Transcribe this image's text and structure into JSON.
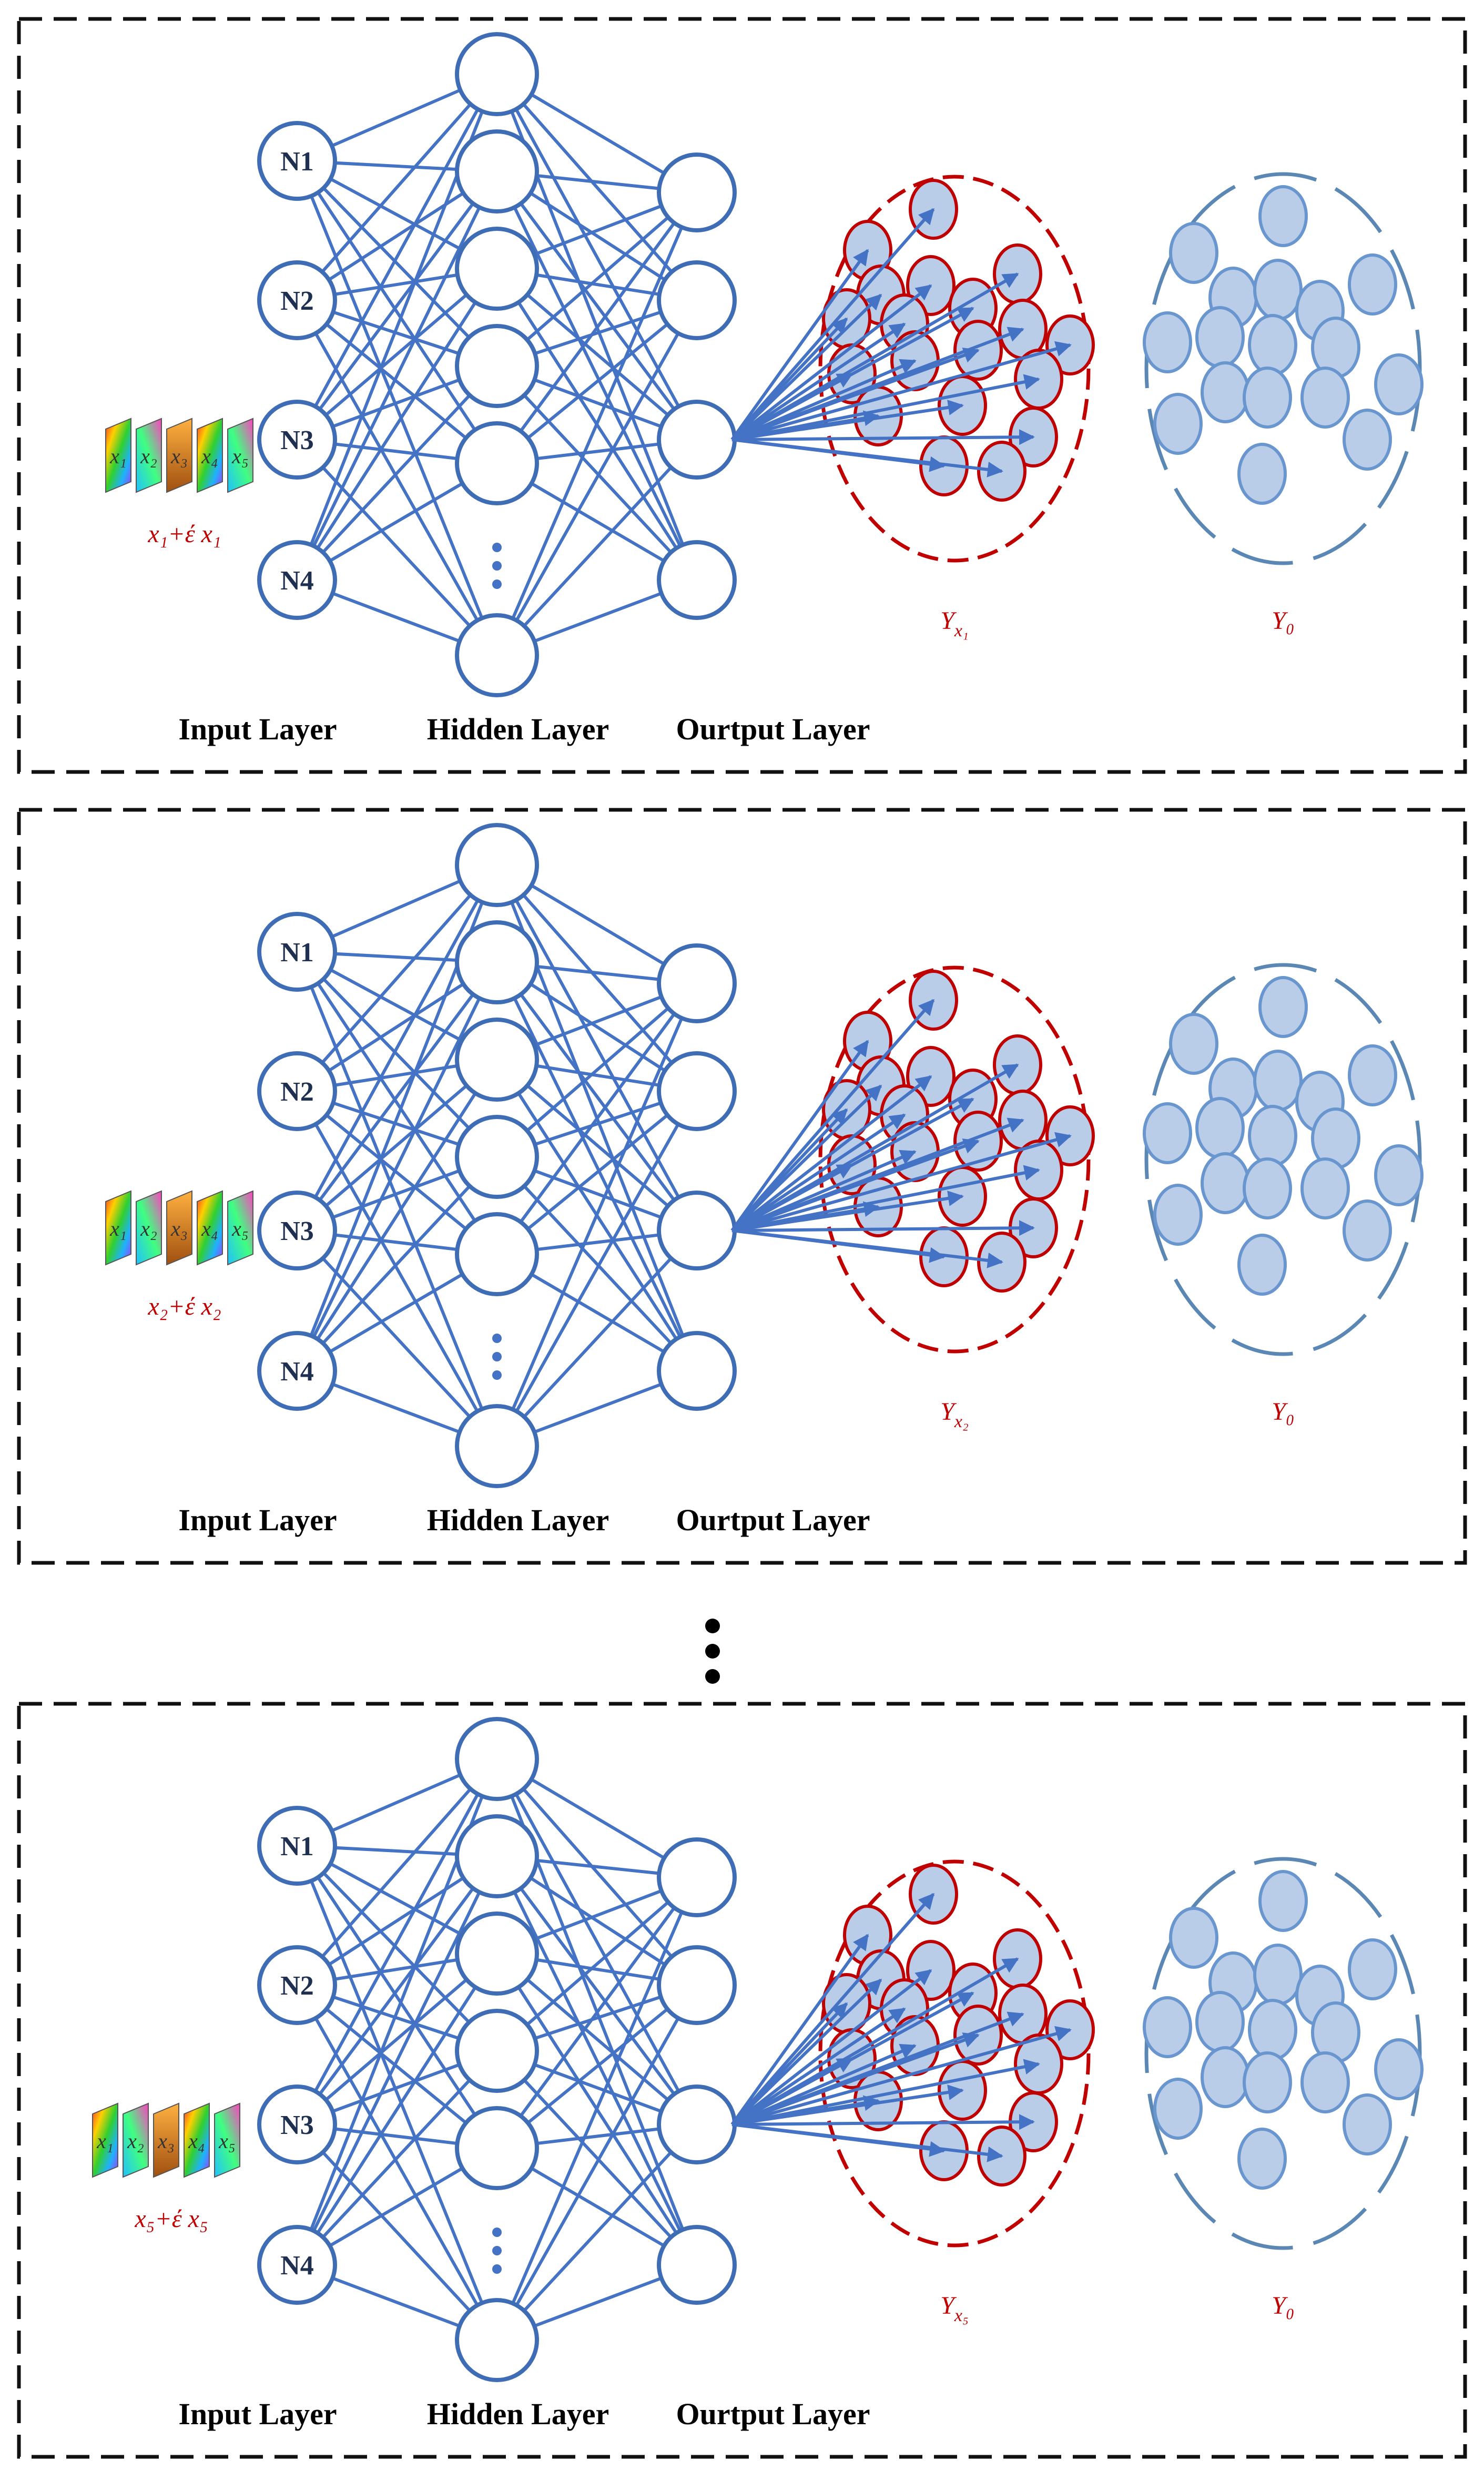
{
  "panels": [
    {
      "input_nodes": [
        "N1",
        "N2",
        "N3",
        "N4"
      ],
      "layer_labels": [
        "Input Layer",
        "Hidden Layer",
        "Ourtput Layer"
      ],
      "perturb_label": "x₁+έ x₁",
      "output_set_label": "Y",
      "output_set_sub": "x₁",
      "reference_set_label": "Y₀",
      "thumb_letters": [
        "x₁",
        "x₂",
        "x₃",
        "x₄",
        "x₅"
      ]
    },
    {
      "input_nodes": [
        "N1",
        "N2",
        "N3",
        "N4"
      ],
      "layer_labels": [
        "Input Layer",
        "Hidden Layer",
        "Ourtput Layer"
      ],
      "perturb_label": "x₂+έ x₂",
      "output_set_label": "Y",
      "output_set_sub": "x₂",
      "reference_set_label": "Y₀",
      "thumb_letters": [
        "x₁",
        "x₂",
        "x₃",
        "x₄",
        "x₅"
      ]
    },
    {
      "input_nodes": [
        "N1",
        "N2",
        "N3",
        "N4"
      ],
      "layer_labels": [
        "Input Layer",
        "Hidden Layer",
        "Ourtput Layer"
      ],
      "perturb_label": "x₅+έ x₅",
      "output_set_label": "Y",
      "output_set_sub": "x₅",
      "reference_set_label": "Y₀",
      "thumb_letters": [
        "x₁",
        "x₂",
        "x₃",
        "x₄",
        "x₅"
      ]
    }
  ],
  "colors": {
    "edge": "#4472c4",
    "node_stroke": "#3f6db5",
    "output_cluster": "#c00000",
    "reference_cluster": "#5b87b5",
    "dot_fill": "#b9cde8"
  }
}
